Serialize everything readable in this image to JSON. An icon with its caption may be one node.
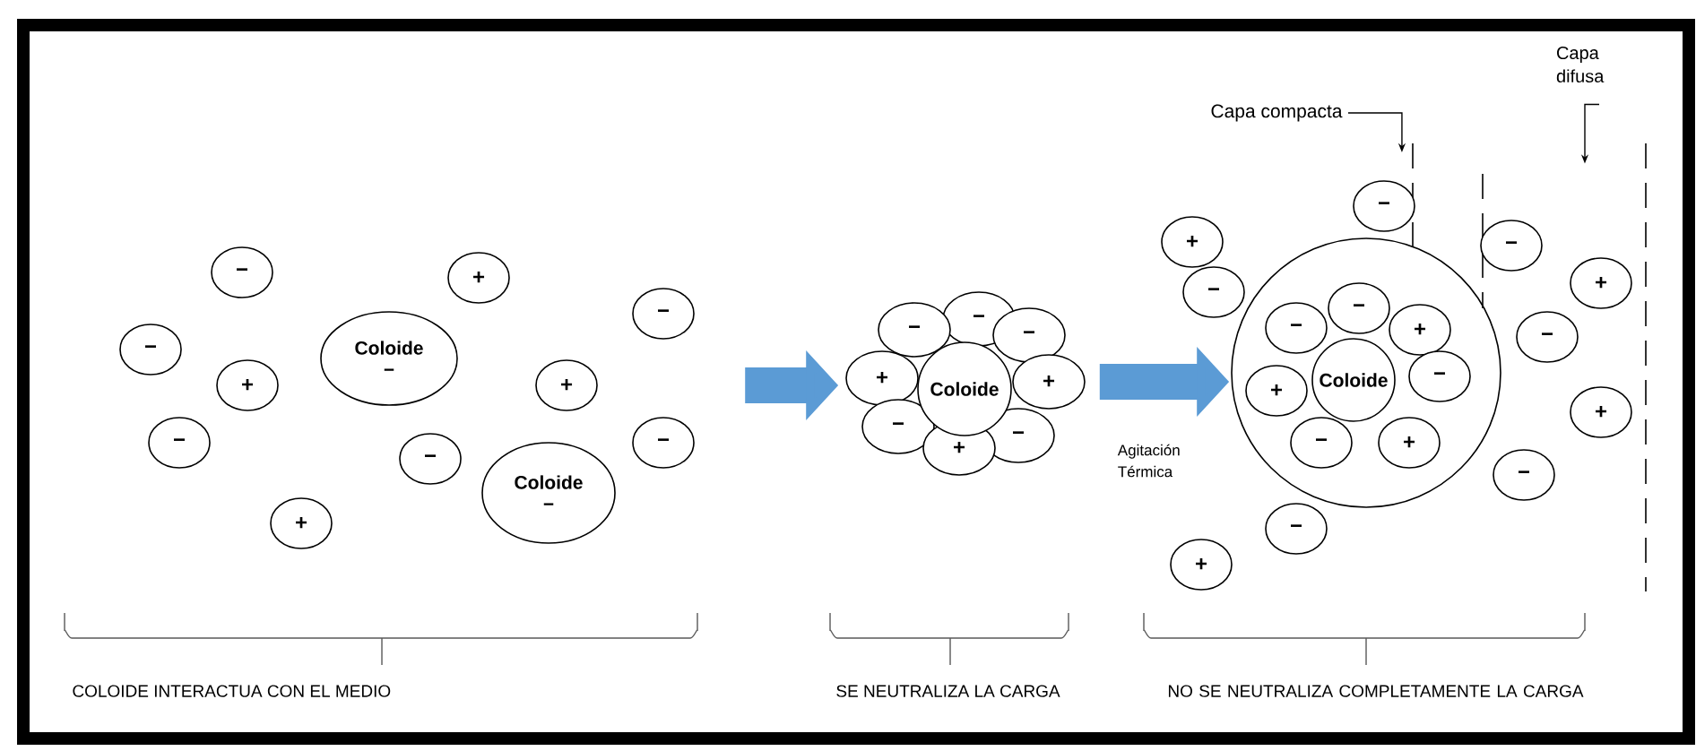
{
  "diagram": {
    "nodes": [
      {
        "text": [
          "−"
        ]
      },
      {
        "text": [
          "+"
        ]
      },
      {
        "text": [
          "−"
        ]
      },
      {
        "text": [
          "−"
        ]
      },
      {
        "text": [
          "Coloide",
          "−"
        ]
      },
      {
        "text": [
          "+"
        ]
      },
      {
        "text": [
          "+"
        ]
      },
      {
        "text": [
          "−"
        ]
      },
      {
        "text": [
          "−"
        ]
      },
      {
        "text": [
          "−"
        ]
      },
      {
        "text": [
          "Coloide",
          "−"
        ]
      },
      {
        "text": [
          "+"
        ]
      },
      {
        "text": [
          "−"
        ]
      },
      {
        "text": [
          "−"
        ]
      },
      {
        "text": [
          "−"
        ]
      },
      {
        "text": [
          "+"
        ]
      },
      {
        "text": [
          "+"
        ]
      },
      {
        "text": [
          "−"
        ]
      },
      {
        "text": [
          "−"
        ]
      },
      {
        "text": [
          "+"
        ]
      },
      {
        "text": [
          "Coloide"
        ]
      },
      {
        "text": [
          "Capa difusa"
        ]
      },
      {
        "text": [
          "Capa compacta"
        ]
      },
      {
        "text": [
          "−"
        ]
      },
      {
        "text": [
          "+"
        ]
      },
      {
        "text": [
          "−"
        ]
      },
      {
        "text": [
          "+"
        ]
      },
      {
        "text": [
          "−"
        ]
      },
      {
        "text": [],
        "shape": "circle"
      },
      {
        "text": [
          "−"
        ],
        "in": 28
      },
      {
        "text": [
          "−"
        ],
        "in": 28
      },
      {
        "text": [
          "+"
        ],
        "in": 28
      },
      {
        "text": [
          "Coloide"
        ],
        "in": 28
      },
      {
        "text": [
          "+"
        ],
        "in": 28
      },
      {
        "text": [
          "−"
        ],
        "in": 28
      },
      {
        "text": [
          "−"
        ],
        "in": 28
      },
      {
        "text": [
          "+"
        ],
        "in": 28
      },
      {
        "text": [
          "−"
        ]
      },
      {
        "text": [
          "+"
        ]
      },
      {
        "text": [
          "−"
        ]
      },
      {
        "text": [
          "−"
        ]
      },
      {
        "text": [
          "+"
        ]
      }
    ],
    "edges": [
      {
        "from": null,
        "to": 15,
        "arrow": "to",
        "style": "thick",
        "color": "#5b9bd5"
      },
      {
        "from": 16,
        "to": 28,
        "arrow": "to",
        "style": "thick",
        "color": "#5b9bd5",
        "label": "Agitación Térmica"
      },
      {
        "from": 22,
        "to": null,
        "arrow": "to",
        "color": "#000000"
      },
      {
        "from": 21,
        "to": null,
        "arrow": "to",
        "color": "#000000"
      }
    ],
    "labels": [
      "COLOIDE INTERACTUA CON EL MEDIO",
      "SE NEUTRALIZA LA CARGA",
      "NO SE NEUTRALIZA COMPLETAMENTE LA CARGA"
    ]
  }
}
